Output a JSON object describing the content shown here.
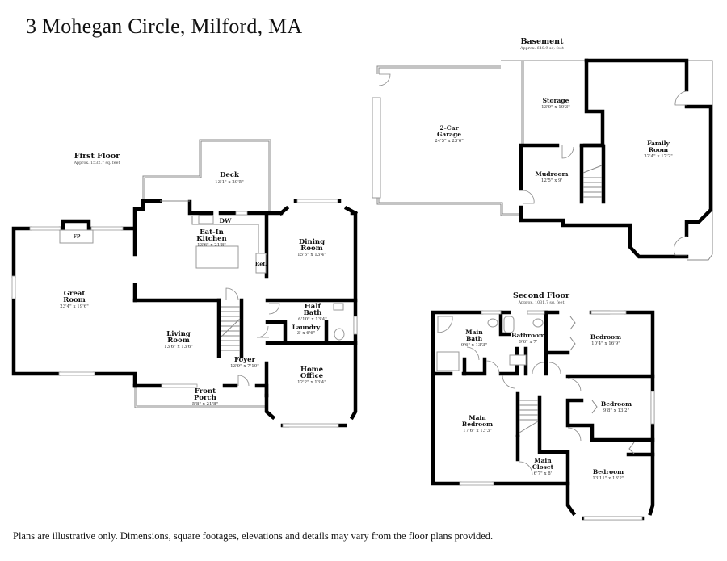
{
  "title": "3 Mohegan Circle, Milford, MA",
  "disclaimer": "Plans are illustrative only. Dimensions, square footages, elevations and details may vary from the floor plans provided.",
  "floors": {
    "first": {
      "name": "First Floor",
      "area": "Approx. 1532.7 sq. feet",
      "rooms": {
        "deck": {
          "name": "Deck",
          "dim": "13'1\" x 20'5\""
        },
        "kitchen": {
          "name1": "Eat-In",
          "name2": "Kitchen",
          "dim": "13'6\" x 21'8\""
        },
        "dining": {
          "name1": "Dining",
          "name2": "Room",
          "dim": "15'5\" x 13'4\""
        },
        "great": {
          "name1": "Great",
          "name2": "Room",
          "dim": "23'4\" x 19'6\""
        },
        "living": {
          "name1": "Living",
          "name2": "Room",
          "dim": "13'6\" x 13'6\""
        },
        "halfbath": {
          "name1": "Half",
          "name2": "Bath",
          "dim": "6'10\" x 13'4\""
        },
        "laundry": {
          "name": "Laundry",
          "dim": "3' x 6'6\""
        },
        "foyer": {
          "name": "Foyer",
          "dim": "13'9\" x 7'10\""
        },
        "office": {
          "name1": "Home",
          "name2": "Office",
          "dim": "12'2\" x 13'4\""
        },
        "porch": {
          "name1": "Front",
          "name2": "Porch",
          "dim": "5'8\" x 21'8\""
        }
      },
      "fixtures": {
        "fireplace": "FP",
        "dishwasher": "DW",
        "refrigerator": "Ref."
      }
    },
    "basement": {
      "name": "Basement",
      "area": "Approx. 640.9 sq. feet",
      "rooms": {
        "garage": {
          "name1": "2-Car",
          "name2": "Garage",
          "dim": "24'5\" x 23'6\""
        },
        "storage": {
          "name": "Storage",
          "dim": "13'9\" x 10'3\""
        },
        "family": {
          "name1": "Family",
          "name2": "Room",
          "dim": "32'4\" x 17'2\""
        },
        "mudroom": {
          "name": "Mudroom",
          "dim": "12'5\" x 9'"
        }
      }
    },
    "second": {
      "name": "Second Floor",
      "area": "Approx. 1031.7 sq. feet",
      "rooms": {
        "mainbath": {
          "name1": "Main",
          "name2": "Bath",
          "dim": "9'6\" x 13'3\""
        },
        "bathroom": {
          "name": "Bathroom",
          "dim": "9'6\" x 7'"
        },
        "bedroom1": {
          "name": "Bedroom",
          "dim": "10'4\" x 16'9\""
        },
        "bedroom2": {
          "name": "Bedroom",
          "dim": "9'8\" x 13'2\""
        },
        "bedroom3": {
          "name": "Bedroom",
          "dim": "13'11\" x 13'2\""
        },
        "mainbed": {
          "name1": "Main",
          "name2": "Bedroom",
          "dim": "17'6\" x 13'3\""
        },
        "closet": {
          "name1": "Main",
          "name2": "Closet",
          "dim": "6'7\" x 8'"
        }
      }
    }
  }
}
